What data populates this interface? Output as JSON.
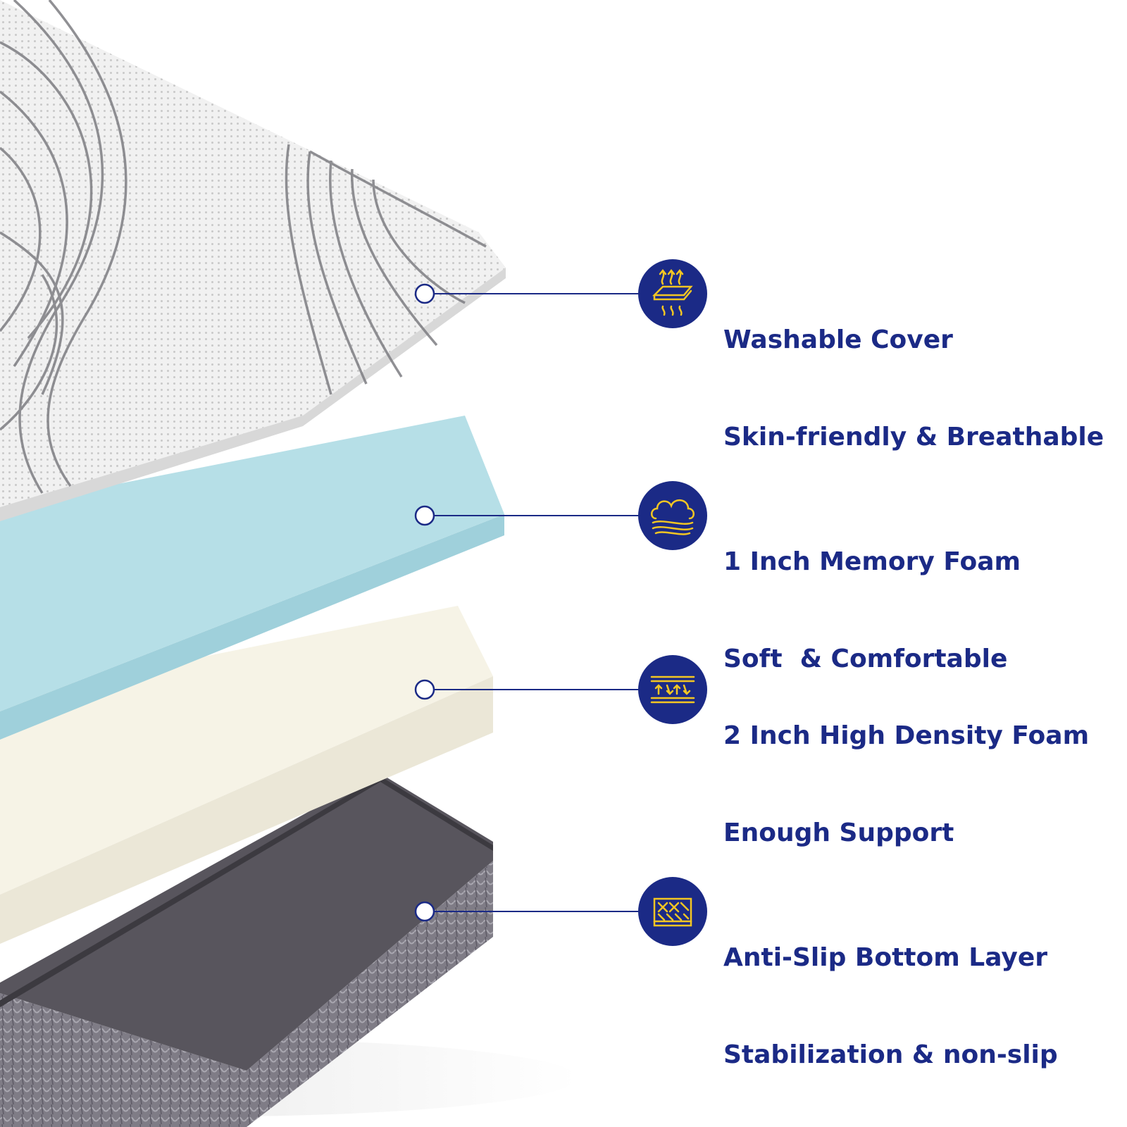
{
  "colors": {
    "navy": "#1b2a86",
    "gold": "#f3c623",
    "cover_white": "#f1f1f1",
    "memory_foam_blue": "#b6dfe7",
    "support_foam_cream": "#f6f3e6",
    "bottom_dark": "#55525a"
  },
  "features": [
    {
      "title": "Washable Cover",
      "subtitle": "Skin-friendly & Breathable",
      "icon": "breathable-cover-icon"
    },
    {
      "title": "1 Inch Memory Foam",
      "subtitle": "Soft  & Comfortable",
      "icon": "cloud-comfort-icon"
    },
    {
      "title": "2 Inch High Density Foam",
      "subtitle": "Enough Support",
      "icon": "support-arrows-icon"
    },
    {
      "title": "Anti-Slip Bottom Layer",
      "subtitle": "Stabilization & non-slip",
      "icon": "anti-slip-pattern-icon"
    }
  ]
}
